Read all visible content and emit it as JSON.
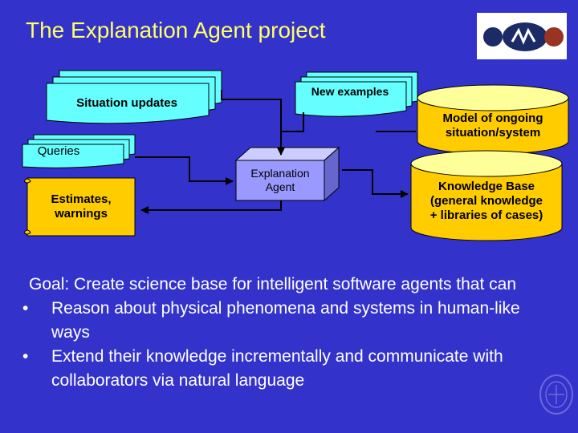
{
  "title": "The Explanation Agent project",
  "diagram": {
    "situation_updates": "Situation updates",
    "new_examples": "New examples",
    "queries": "Queries",
    "estimates": [
      "Estimates,",
      "warnings"
    ],
    "explanation_agent": [
      "Explanation",
      "Agent"
    ],
    "model": [
      "Model of ongoing",
      "situation/system"
    ],
    "knowledge_base": [
      "Knowledge Base",
      "(general knowledge",
      "+ libraries of cases)"
    ]
  },
  "goal": {
    "intro": "Goal: Create science base for intelligent software agents that can",
    "bullet_char": "•",
    "bullets": [
      "Reason about physical phenomena and systems in human-like ways",
      "Extend their knowledge incrementally and communicate with collaborators via natural language"
    ]
  },
  "colors": {
    "background": "#3333cc",
    "title": "#ffff66",
    "document": "#66ffff",
    "scroll": "#ffcc00",
    "agent_box": "#9999ff",
    "cylinder": "#ffcc00",
    "cylinder_top": "#ffff99"
  },
  "icons": {
    "logo": "onr-logo",
    "seal": "university-seal-icon"
  }
}
